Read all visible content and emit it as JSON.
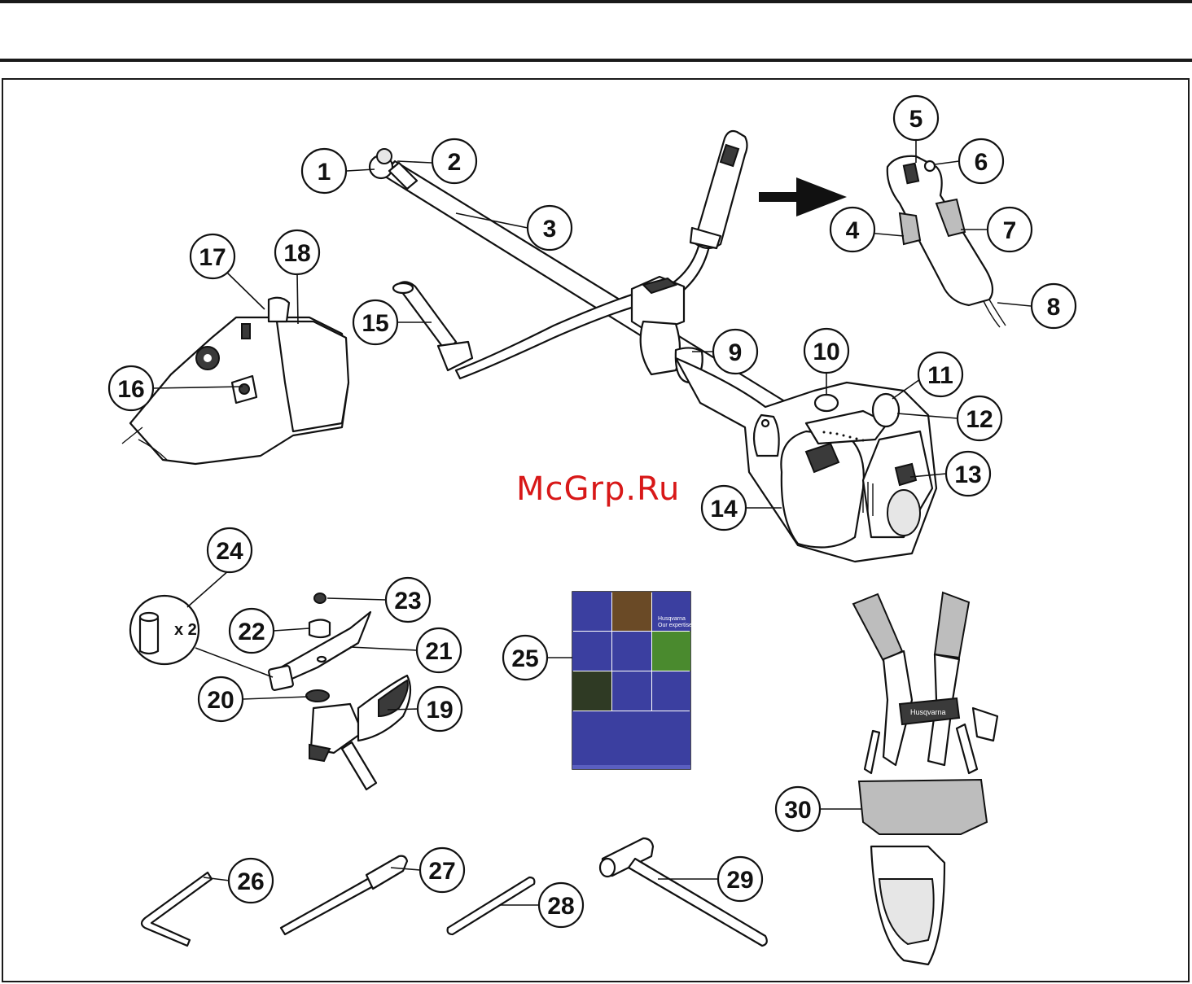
{
  "watermark": "McGrp.Ru",
  "quantity_label": "x 2",
  "manual_brand": "Husqvarna",
  "manual_tagline": "Our expertise",
  "harness_brand": "Husqvarna",
  "callouts": [
    "1",
    "2",
    "3",
    "4",
    "5",
    "6",
    "7",
    "8",
    "9",
    "10",
    "11",
    "12",
    "13",
    "14",
    "15",
    "16",
    "17",
    "18",
    "19",
    "20",
    "21",
    "22",
    "23",
    "24",
    "25",
    "26",
    "27",
    "28",
    "29",
    "30"
  ]
}
